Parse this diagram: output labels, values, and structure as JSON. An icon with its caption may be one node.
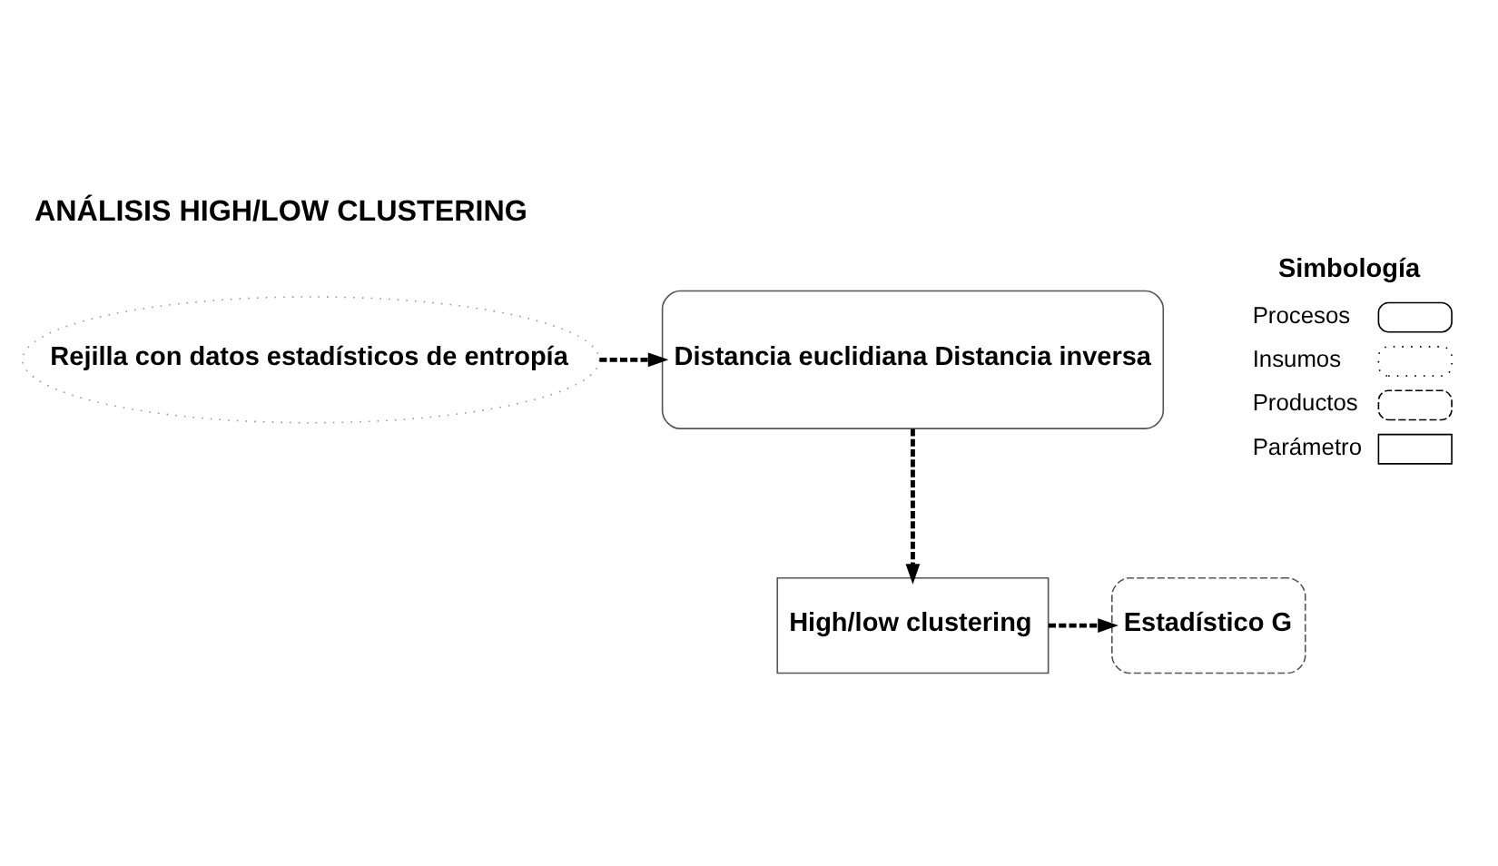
{
  "diagram": {
    "title": "ANÁLISIS HIGH/LOW CLUSTERING",
    "nodes": [
      {
        "text": [
          "Rejilla con datos estadísticos de entropía"
        ]
      },
      {
        "text": [
          "Distancia euclidiana Distancia inversa"
        ]
      },
      {
        "text": [
          "High/low clustering"
        ]
      },
      {
        "text": [
          "Estadístico G"
        ]
      }
    ],
    "edges": [
      {
        "from": 0,
        "to": 1,
        "arrow": "to",
        "style": "dashed"
      },
      {
        "from": 1,
        "to": 2,
        "arrow": "to",
        "style": "dashed"
      },
      {
        "from": 2,
        "to": 3,
        "arrow": "to",
        "style": "dashed"
      }
    ],
    "labels": [
      "Simbología"
    ],
    "legend": [
      {
        "text": "Procesos"
      },
      {
        "text": "Insumos"
      },
      {
        "text": "Productos"
      },
      {
        "text": "Parámetro"
      }
    ]
  }
}
